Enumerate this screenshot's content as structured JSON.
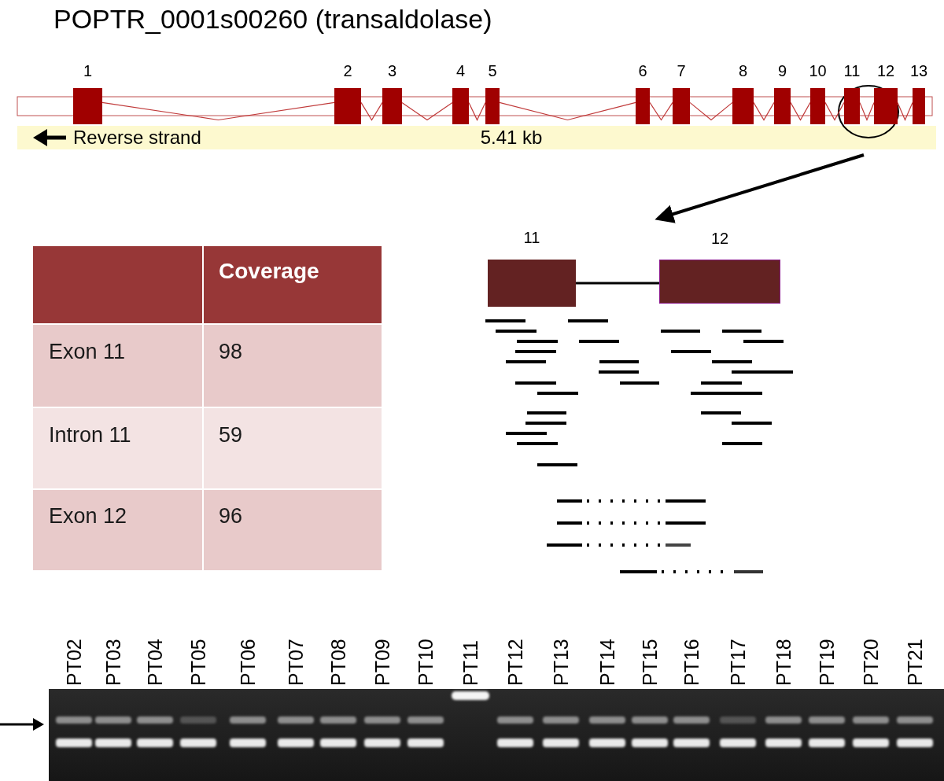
{
  "diagram": {
    "title": "POPTR_0001s00260 (transaldolase)",
    "nodes": [
      {
        "text": [
          "1"
        ]
      },
      {
        "text": [
          "2"
        ]
      },
      {
        "text": [
          "3"
        ]
      },
      {
        "text": [
          "4"
        ]
      },
      {
        "text": [
          "5"
        ]
      },
      {
        "text": [
          "6"
        ]
      },
      {
        "text": [
          "7"
        ]
      },
      {
        "text": [
          "8"
        ]
      },
      {
        "text": [
          "9"
        ]
      },
      {
        "text": [
          "10"
        ]
      },
      {
        "text": [
          "11"
        ]
      },
      {
        "text": [
          "12"
        ]
      },
      {
        "text": [
          "13"
        ]
      },
      {
        "text": [
          "11"
        ]
      },
      {
        "text": [
          "12"
        ]
      }
    ],
    "edges": [
      {
        "from": 0,
        "to": 1,
        "arrow": "none"
      },
      {
        "from": 1,
        "to": 2,
        "arrow": "none"
      },
      {
        "from": 2,
        "to": 3,
        "arrow": "none"
      },
      {
        "from": 3,
        "to": 4,
        "arrow": "none"
      },
      {
        "from": 4,
        "to": 5,
        "arrow": "none"
      },
      {
        "from": 5,
        "to": 6,
        "arrow": "none"
      },
      {
        "from": 6,
        "to": 7,
        "arrow": "none"
      },
      {
        "from": 7,
        "to": 8,
        "arrow": "none"
      },
      {
        "from": 8,
        "to": 9,
        "arrow": "none"
      },
      {
        "from": 9,
        "to": 10,
        "arrow": "none"
      },
      {
        "from": 10,
        "to": 11,
        "arrow": "none"
      },
      {
        "from": 11,
        "to": 12,
        "arrow": "none"
      },
      {
        "from": 13,
        "to": 14,
        "arrow": "none"
      }
    ],
    "labels": [
      "Reverse strand",
      "5.41 kb",
      "Coverage",
      "Exon 11",
      "98",
      "Intron 11",
      "59",
      "Exon 12",
      "96",
      "PT02",
      "PT03",
      "PT04",
      "PT05",
      "PT06",
      "PT07",
      "PT08",
      "PT09",
      "PT10",
      "PT11",
      "PT12",
      "PT13",
      "PT14",
      "PT15",
      "PT16",
      "PT17",
      "PT18",
      "PT19",
      "PT20",
      "PT21"
    ]
  }
}
